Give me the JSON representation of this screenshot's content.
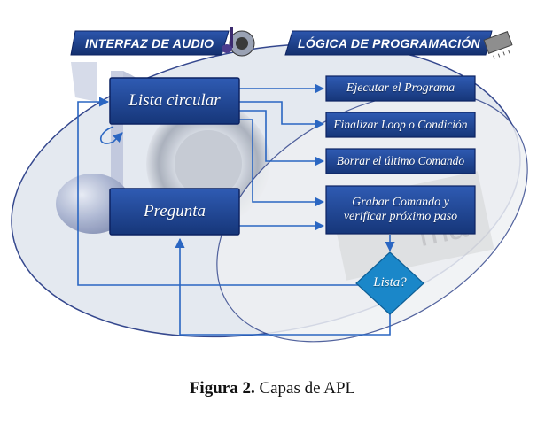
{
  "headers": {
    "audio": "INTERFAZ DE AUDIO",
    "logic": "LÓGICA DE PROGRAMACIÓN"
  },
  "nodes": {
    "lista_circular": "Lista circular",
    "pregunta": "Pregunta",
    "ejecutar": "Ejecutar el Programa",
    "finalizar": "Finalizar Loop o Condición",
    "borrar": "Borrar el último Comando",
    "grabar_line1": "Grabar Comando y",
    "grabar_line2": "verificar próximo paso",
    "lista_q": "Lista?"
  },
  "caption": {
    "label": "Figura 2.",
    "text": "Capas de APL"
  },
  "colors": {
    "box_fill": "#1d3f8f",
    "box_border": "#0c2262",
    "diamond_fill": "#1a87c9",
    "arrow": "#2a66c2",
    "ellipse_fill": "#dde5ef",
    "ellipse_stroke": "#2b3f88"
  },
  "icons": {
    "audio": "music-note-speaker-icon",
    "logic": "microchip-icon"
  }
}
